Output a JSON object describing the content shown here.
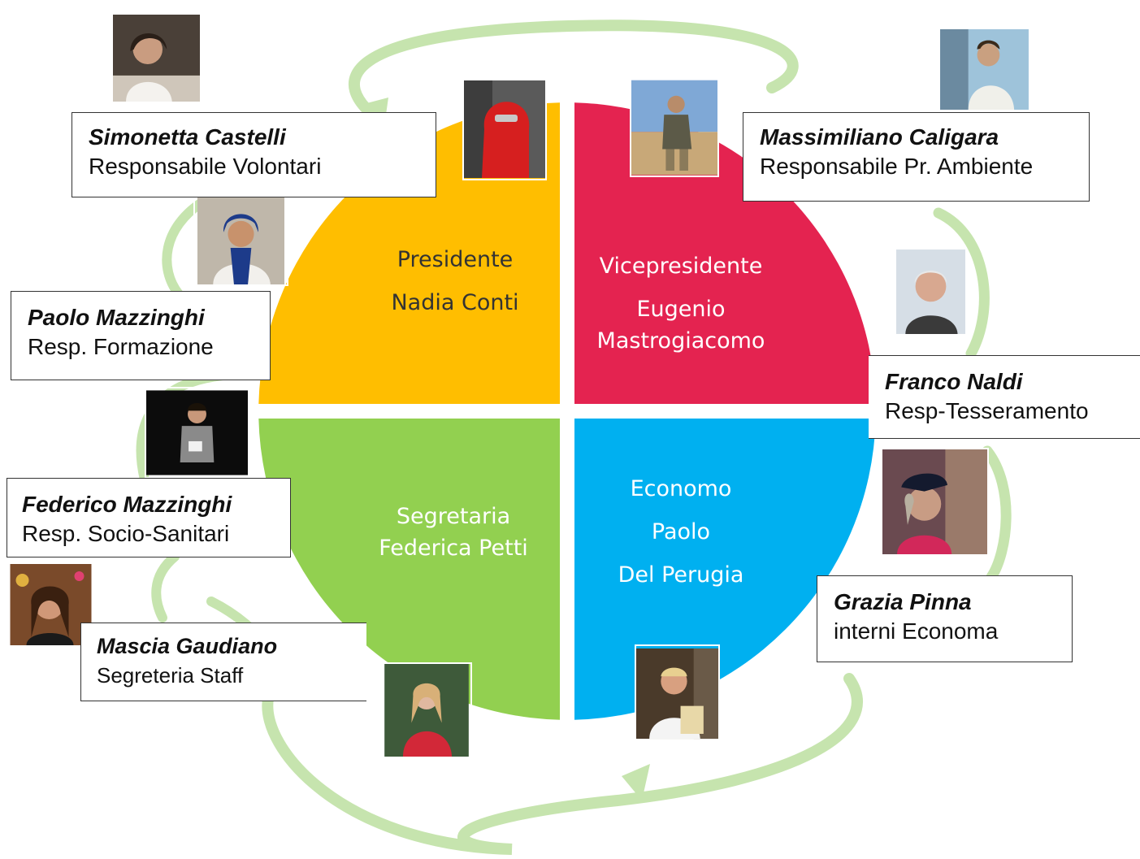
{
  "colors": {
    "presidente": "#FFBE00",
    "vicepresidente": "#E42350",
    "segretaria": "#92D050",
    "economo": "#00B0F0",
    "arrows": "#C6E4AE"
  },
  "quadrants": {
    "presidente": {
      "line1": "Presidente",
      "line2": "Nadia Conti"
    },
    "vicepresidente": {
      "line1": "Vicepresidente",
      "line2": "Eugenio",
      "line3": "Mastrogiacomo"
    },
    "segretaria": {
      "line1": "Segretaria",
      "line2": "Federica Petti"
    },
    "economo": {
      "line1": "Economo",
      "line2": "Paolo",
      "line3": "Del Perugia"
    }
  },
  "members": {
    "castelli": {
      "name": "Simonetta Castelli",
      "role": "Responsabile Volontari"
    },
    "caligara": {
      "name": "Massimiliano Caligara",
      "role": "Responsabile Pr. Ambiente"
    },
    "paolo_mazzinghi": {
      "name": "Paolo Mazzinghi",
      "role": "Resp.  Formazione"
    },
    "naldi": {
      "name": "Franco Naldi",
      "role": "Resp-Tesseramento"
    },
    "federico_mazzinghi": {
      "name": "Federico Mazzinghi",
      "role": "Resp. Socio-Sanitari"
    },
    "pinna": {
      "name": "Grazia Pinna",
      "role": "interni Economa"
    },
    "gaudiano": {
      "name": "Mascia Gaudiano",
      "role": "Segreteria Staff"
    }
  }
}
